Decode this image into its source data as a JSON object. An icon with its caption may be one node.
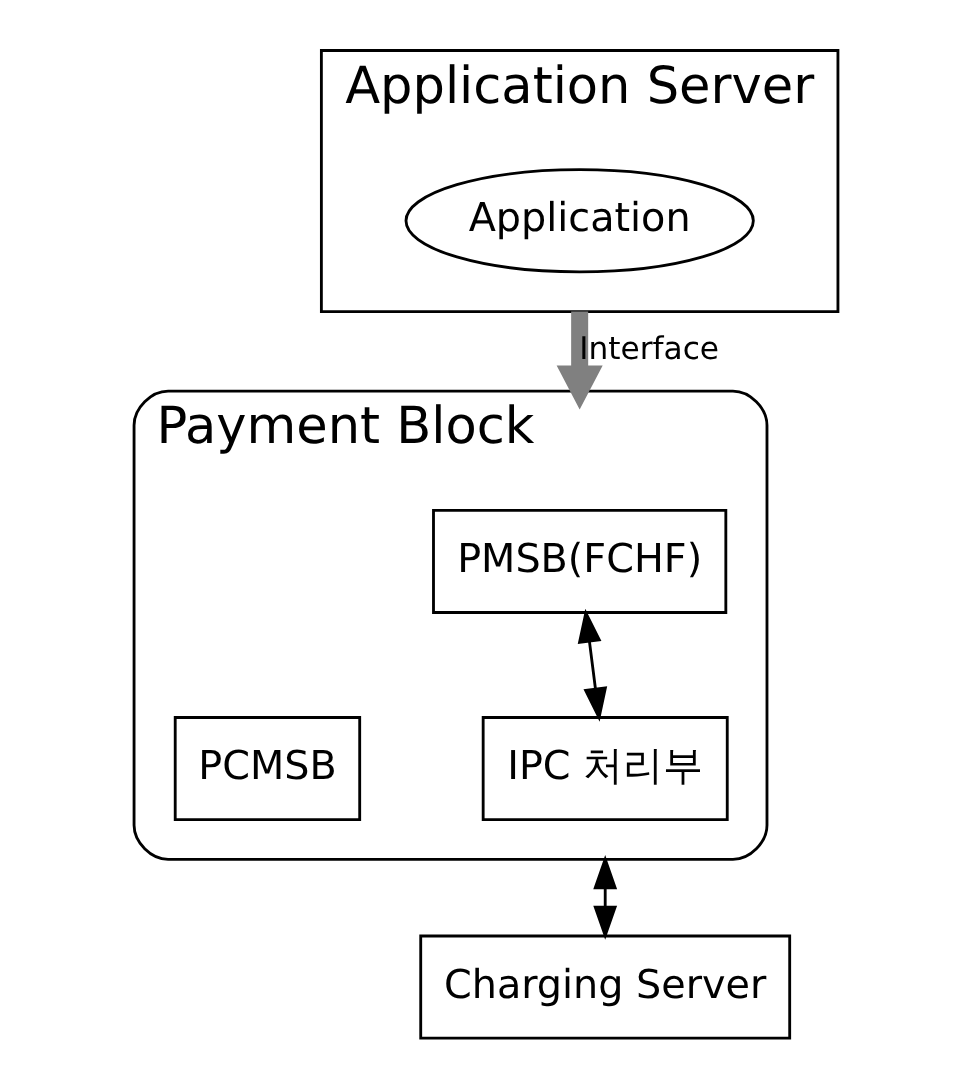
{
  "diagram": {
    "nodes": [
      {
        "text": [
          "Application Server"
        ]
      },
      {
        "text": [
          "Application"
        ],
        "in": 0
      },
      {
        "text": [
          "Payment Block"
        ]
      },
      {
        "text": [
          "PMSB(FCHF)"
        ],
        "in": 2
      },
      {
        "text": [
          "PCMSB"
        ],
        "in": 2
      },
      {
        "text": [
          "IPC 처리부"
        ],
        "in": 2
      },
      {
        "text": [
          "Charging Server"
        ]
      }
    ],
    "edges": [
      {
        "from": 0,
        "to": 2,
        "arrow": "to",
        "label": "Interface",
        "style": "thick",
        "color": "#808080"
      },
      {
        "from": 3,
        "to": 5,
        "arrow": "both"
      },
      {
        "from": 2,
        "to": 6,
        "arrow": "both"
      }
    ]
  }
}
